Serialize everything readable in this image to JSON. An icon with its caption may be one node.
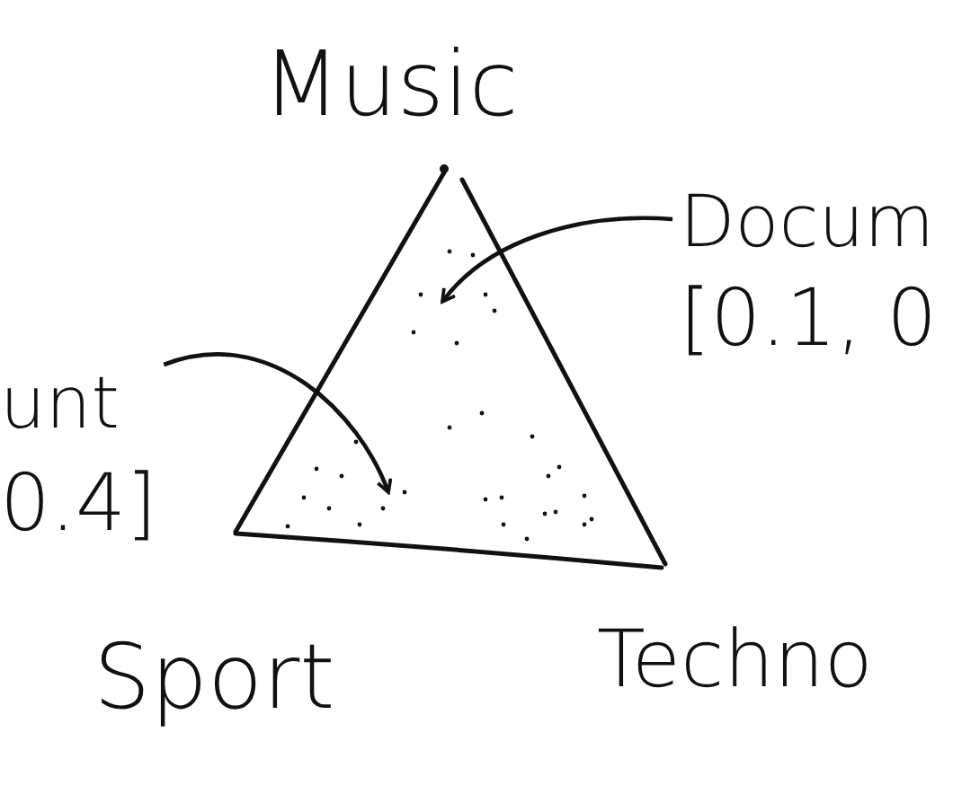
{
  "diagram": {
    "nodes": [
      {
        "text": [
          "Docum",
          "[0.1, 0"
        ]
      },
      {
        "text": [
          "unt",
          "0.4]"
        ]
      }
    ],
    "edges": [
      {
        "from": 0,
        "to": null,
        "arrow": "to"
      },
      {
        "from": 1,
        "to": null,
        "arrow": "to"
      }
    ],
    "labels": [
      "Music",
      "Sport",
      "Techno"
    ]
  }
}
